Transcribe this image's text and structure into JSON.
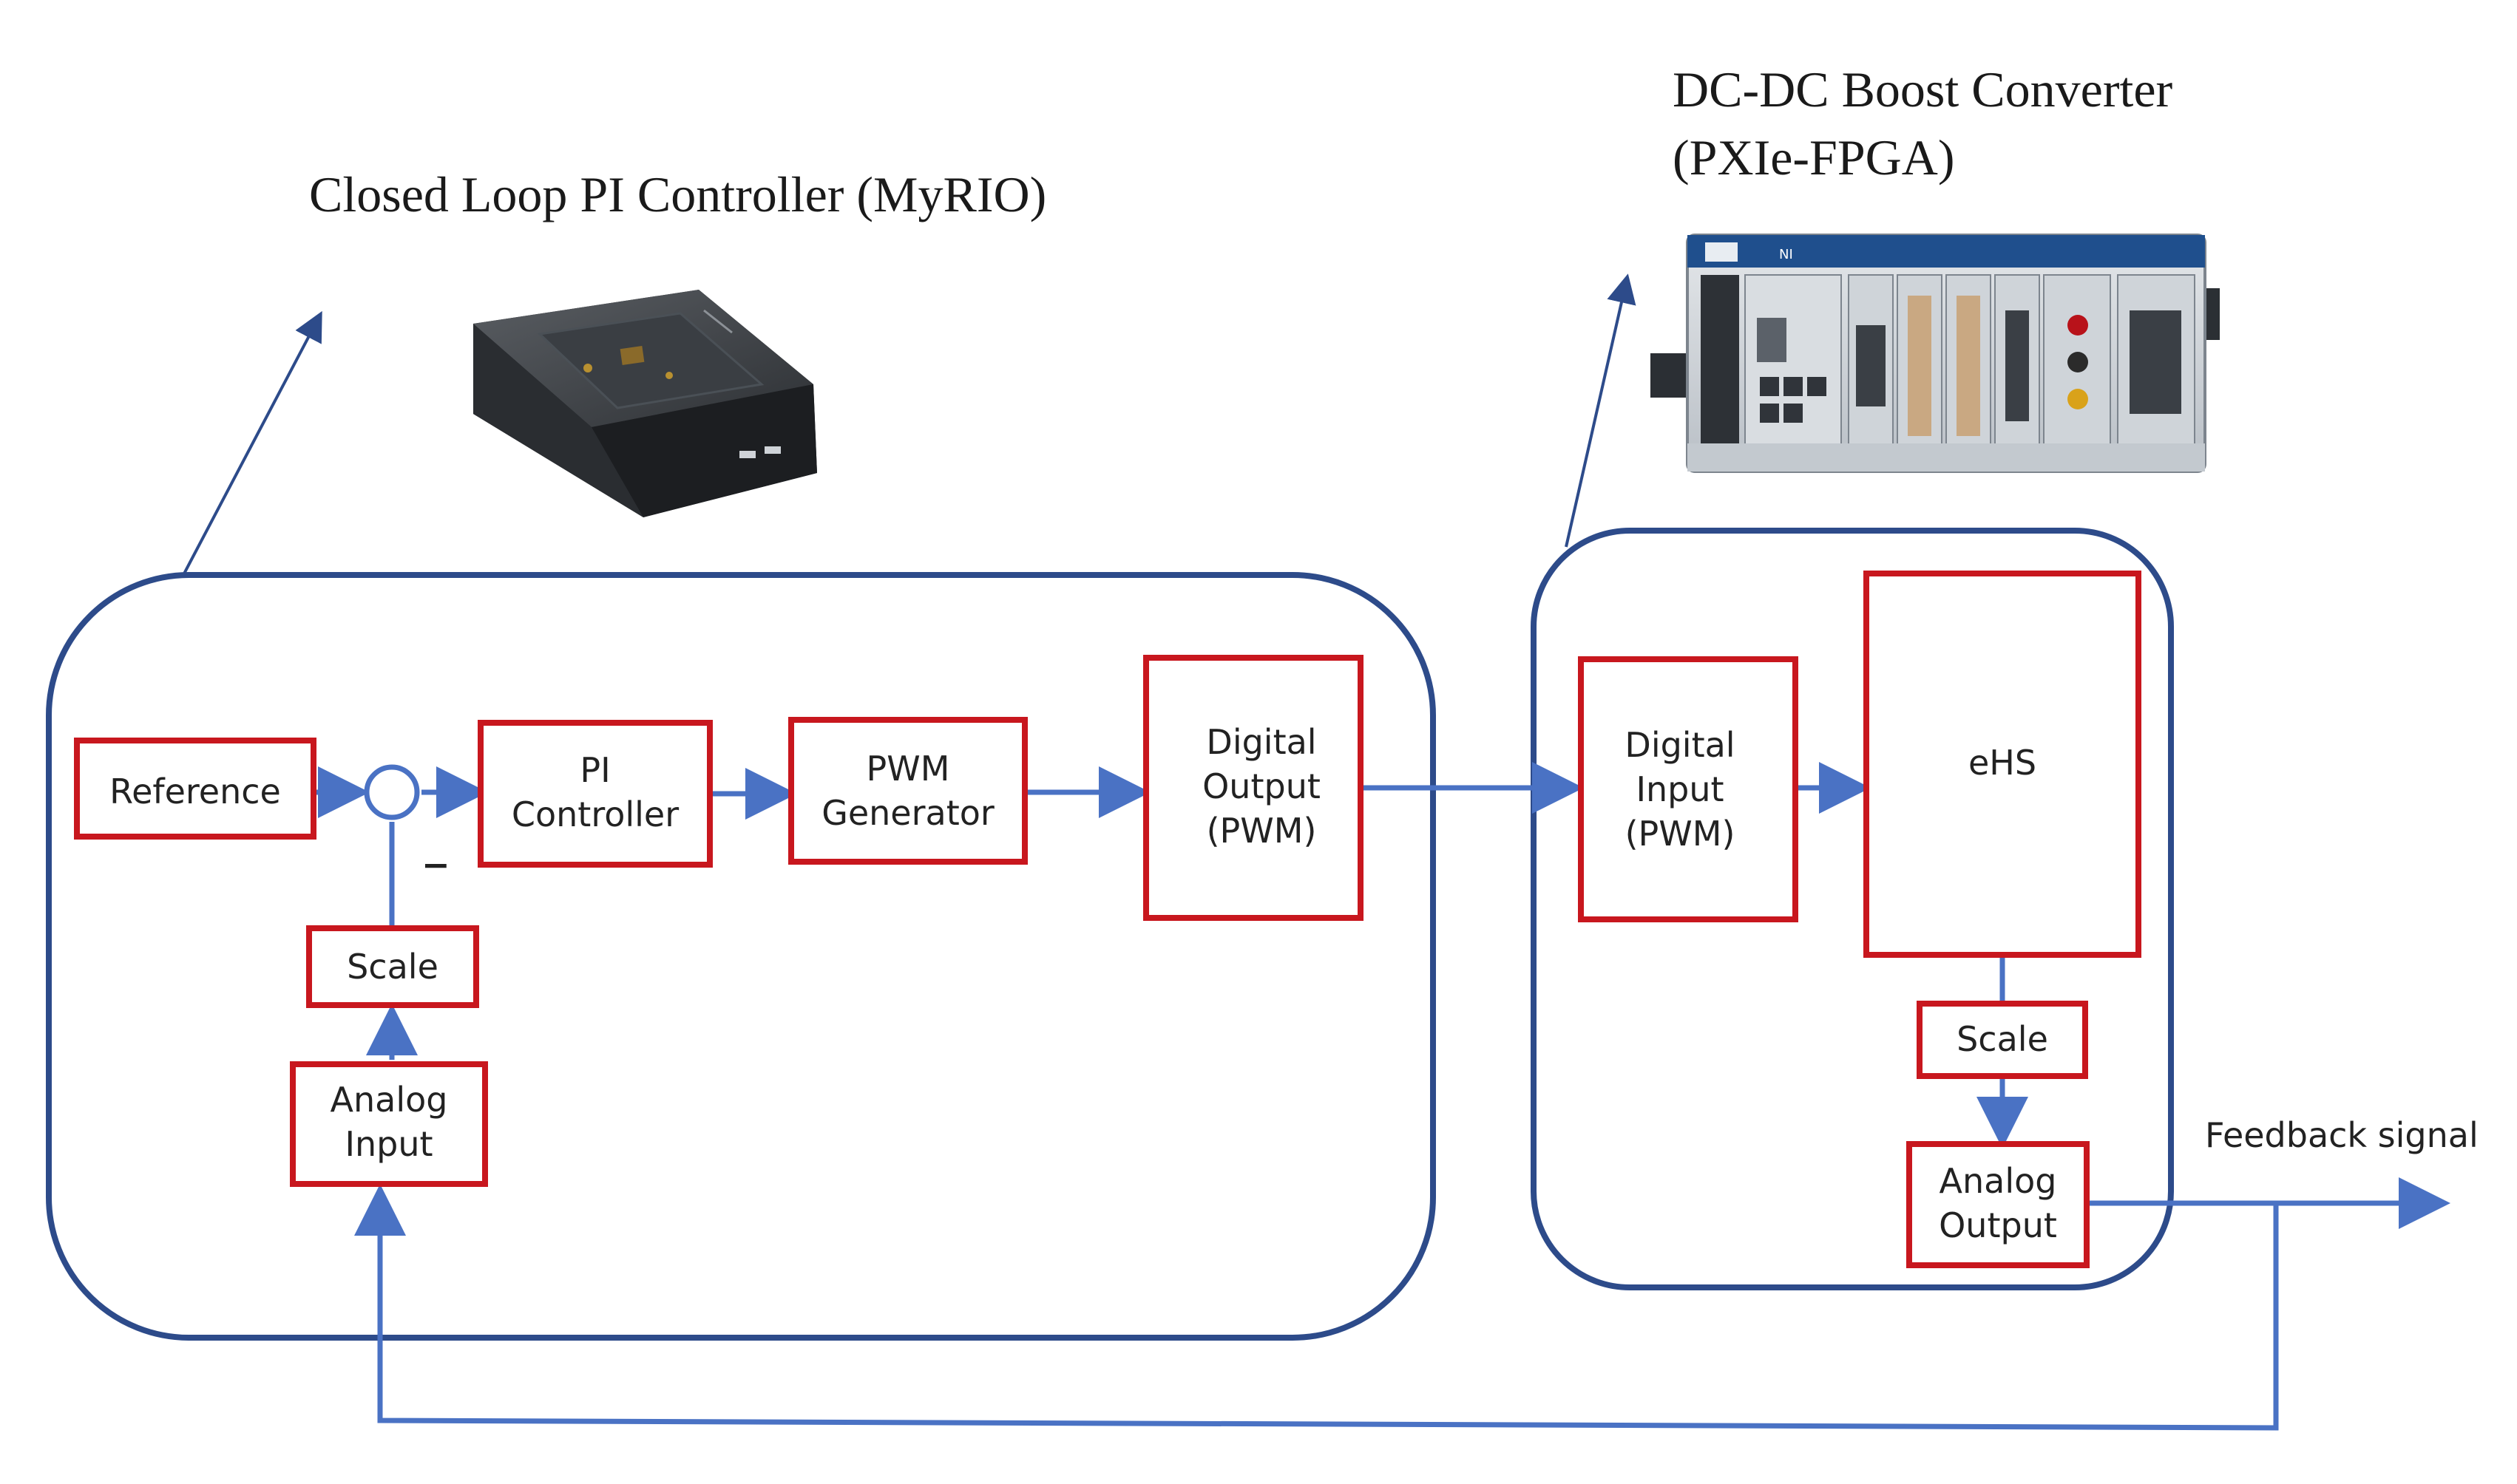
{
  "titles": {
    "myrio_title": "Closed Loop PI Controller (MyRIO)",
    "pxie_title_line1": "DC-DC Boost Converter",
    "pxie_title_line2": "(PXIe-FPGA)"
  },
  "blocks": {
    "reference": [
      "Reference"
    ],
    "pi_controller": [
      "PI",
      "Controller"
    ],
    "pwm_generator": [
      "PWM",
      "Generator"
    ],
    "digital_output": [
      "Digital",
      "Output",
      "(PWM)"
    ],
    "scale_left": [
      "Scale"
    ],
    "analog_input": [
      "Analog",
      "Input"
    ],
    "digital_input": [
      "Digital",
      "Input",
      "(PWM)"
    ],
    "ehs": [
      "eHS"
    ],
    "scale_right": [
      "Scale"
    ],
    "analog_output": [
      "Analog",
      "Output"
    ]
  },
  "labels": {
    "minus_sign": "−",
    "feedback_signal": "Feedback signal"
  },
  "colors": {
    "line_blue": "#4a72c4",
    "container_navy": "#2d4b8a",
    "block_red": "#c8171e"
  }
}
